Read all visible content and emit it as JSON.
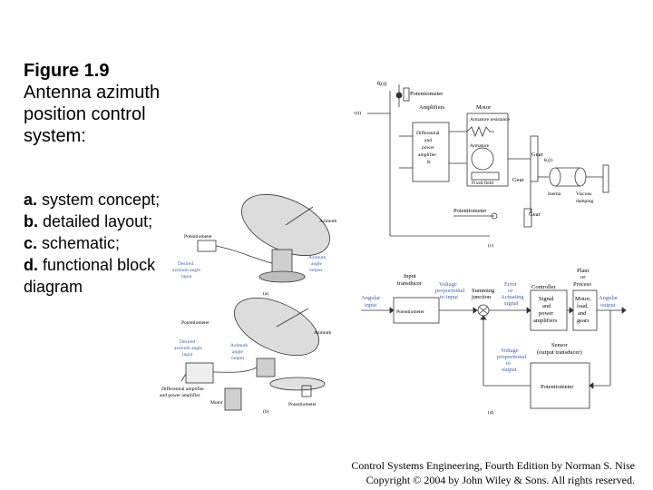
{
  "caption": {
    "figure": "Figure 1.9",
    "title_lines": [
      "Antenna azimuth",
      "position control",
      "system:"
    ]
  },
  "subparts": [
    {
      "letter": "a.",
      "text": "system concept;"
    },
    {
      "letter": "b.",
      "text": "detailed layout;"
    },
    {
      "letter": "c.",
      "text": "schematic;"
    },
    {
      "letter": "d.",
      "text": "functional block diagram"
    }
  ],
  "credit": {
    "line1": "Control Systems Engineering, Fourth Edition by Norman S. Nise",
    "line2": "Copyright © 2004 by John Wiley & Sons. All rights reserved."
  },
  "schematic_c": {
    "theta_i": "θᵢ(t)",
    "potentiometer_top": "Potentiometer",
    "amplifiers": "Amplifiers",
    "motor": "Motor",
    "armature_resistance": "Armature resistance",
    "armature": "Armature",
    "diff_amp": [
      "Differential",
      "and",
      "power",
      "amplifier",
      "K"
    ],
    "fixed_field": "Fixed field",
    "gear_top": "Gear",
    "gear_mid": "Gear",
    "theta_o": "θₒ(t)",
    "inertia": "Inertia",
    "viscous": [
      "Viscous",
      "damping"
    ],
    "potentiometer_bottom": "Potentiometer",
    "gear_bottom": "Gear",
    "v_label": "v(t)",
    "panel": "(c)"
  },
  "block_d": {
    "input_transducer": [
      "Input",
      "transducer"
    ],
    "voltage_prop_input": [
      "Voltage",
      "proportional",
      "to input"
    ],
    "summing_junction": [
      "Summing",
      "junction"
    ],
    "error": [
      "Error",
      "or",
      "Actuating",
      "signal"
    ],
    "controller": "Controller",
    "plant": [
      "Plant",
      "or",
      "Process"
    ],
    "angular_input": [
      "Angular",
      "input"
    ],
    "angular_output": [
      "Angular",
      "output"
    ],
    "potentiometer": "Potentiometer",
    "signal_amps": [
      "Signal",
      "and",
      "power",
      "amplifiers"
    ],
    "motor_load": [
      "Motor,",
      "load,",
      "and",
      "gears"
    ],
    "sensor": [
      "Sensor",
      "(output transducer)"
    ],
    "voltage_prop_output": [
      "Voltage",
      "proportional",
      "to",
      "output"
    ],
    "potentiometer_sensor": "Potentiometer",
    "panel": "(d)"
  },
  "concept_a": {
    "potentiometer": "Potentiometer",
    "azimuth": "Azimuth",
    "desired": [
      "Desired",
      "azimuth angle",
      "input"
    ],
    "angle_output": [
      "Azimuth",
      "angle",
      "output"
    ],
    "panel": "(a)"
  },
  "layout_b": {
    "potentiometer": "Potentiometer",
    "azimuth": "Azimuth",
    "desired": [
      "Desired",
      "azimuth angle",
      "input"
    ],
    "angle_output": [
      "Azimuth",
      "angle",
      "output"
    ],
    "diff_amp": [
      "Differential amplifier",
      "and power amplifier"
    ],
    "motor": "Motor",
    "potentiometer_bottom": "Potentiometer",
    "panel": "(b)"
  },
  "colors": {
    "blue_label": "#3a5fb0",
    "line": "#333333"
  }
}
